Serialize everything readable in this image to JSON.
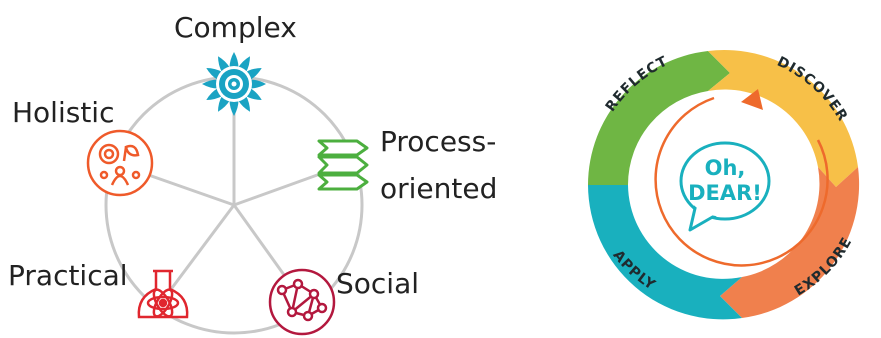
{
  "left_diagram": {
    "nodes": [
      {
        "key": "complex",
        "label": "Complex",
        "icon": "mandala-flower-icon",
        "color": "#1aa3c3"
      },
      {
        "key": "holistic",
        "label": "Holistic",
        "icon": "holistic-mind-icon",
        "color": "#ef5a2a"
      },
      {
        "key": "process",
        "label_line1": "Process-",
        "label_line2": "oriented",
        "icon": "process-arrows-icon",
        "color": "#4caf3f"
      },
      {
        "key": "practical",
        "label": "Practical",
        "icon": "atom-flask-icon",
        "color": "#e0262e"
      },
      {
        "key": "social",
        "label": "Social",
        "icon": "network-globe-icon",
        "color": "#b3183e"
      }
    ],
    "ring_color": "#c8c8c8"
  },
  "right_diagram": {
    "segments": [
      {
        "key": "reflect",
        "label": "REFLECT",
        "color": "#6fb644"
      },
      {
        "key": "discover",
        "label": "DISCOVER",
        "color": "#f7c048"
      },
      {
        "key": "explore",
        "label": "EXPLORE",
        "color": "#f0804d"
      },
      {
        "key": "apply",
        "label": "APPLY",
        "color": "#19b0be"
      }
    ],
    "center_line1": "Oh,",
    "center_line2": "DEAR!",
    "center_color": "#19b0be",
    "cycle_arrow_color": "#ee6a2c"
  }
}
